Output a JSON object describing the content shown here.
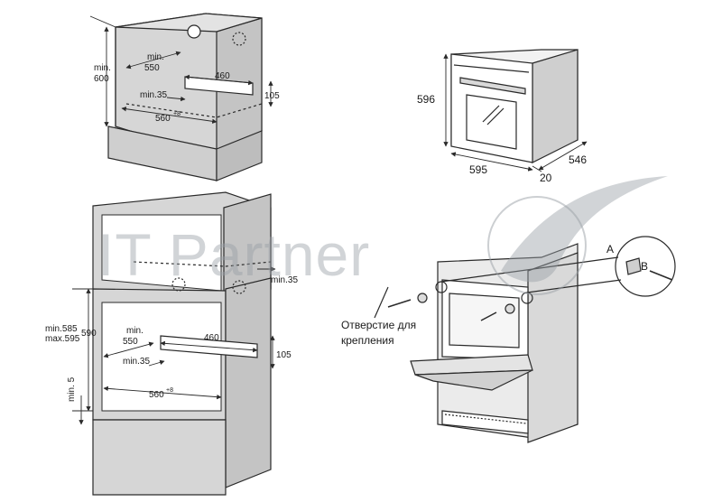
{
  "watermark": {
    "text": "IT Partner"
  },
  "top_cabinet": {
    "height_label": "min.\n600",
    "height_line1": "min.",
    "height_line2": "600",
    "depth_line1": "min.",
    "depth_line2": "550",
    "opening_width": "460",
    "opening_height": "105",
    "side_gap": "min.35",
    "inner_width": "560",
    "inner_width_tol": "+8"
  },
  "oven": {
    "height": "596",
    "width": "595",
    "depth": "546",
    "front": "20"
  },
  "bottom_cabinet": {
    "top_gap": "min.35",
    "height_min": "min.585",
    "height_max": "max.595",
    "height_nominal": "590",
    "depth_line1": "min.",
    "depth_line2": "550",
    "opening_width": "460",
    "opening_height": "105",
    "side_gap": "min.35",
    "inner_width": "560",
    "inner_width_tol": "+8",
    "bottom_gap": "min. 5"
  },
  "mounting": {
    "hole_label_line1": "Отверстие для",
    "hole_label_line2": "крепления",
    "part_a": "A",
    "part_b": "B"
  },
  "colors": {
    "line": "#2a2a2a",
    "shade": "#d2d2d2",
    "shade_dark": "#b9b9b9",
    "watermark": "#9aa0a6"
  }
}
